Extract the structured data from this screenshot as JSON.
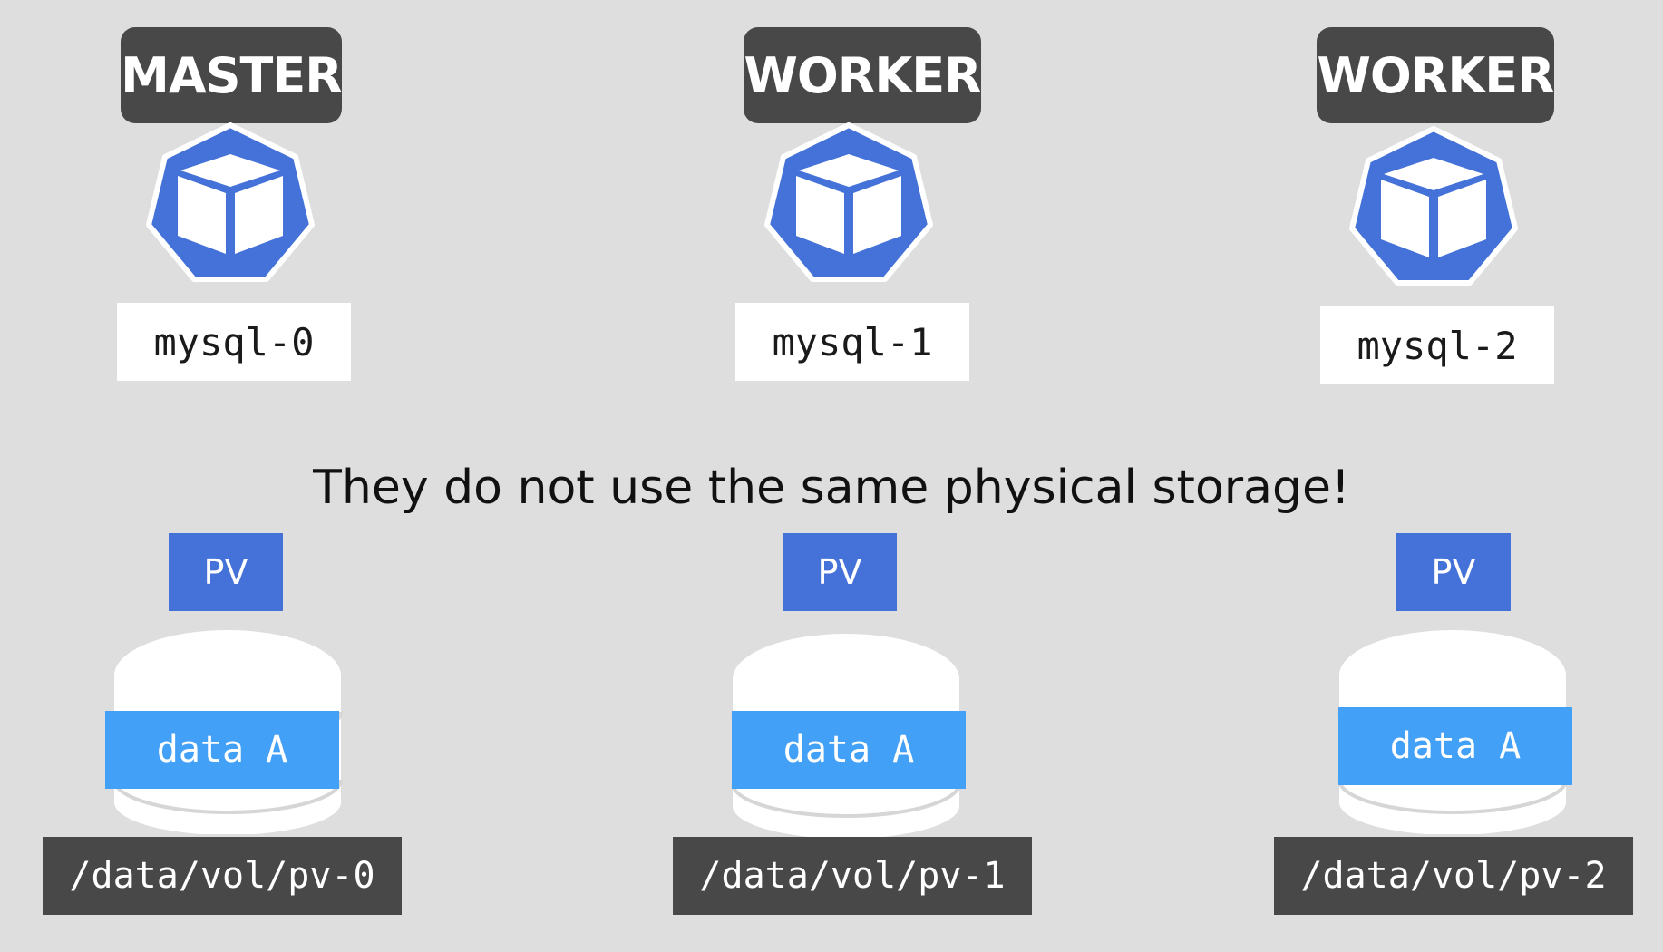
{
  "nodes": [
    {
      "role": "MASTER",
      "pod": "mysql-0",
      "pv": "PV",
      "data": "data A",
      "path": "/data/vol/pv-0"
    },
    {
      "role": "WORKER",
      "pod": "mysql-1",
      "pv": "PV",
      "data": "data A",
      "path": "/data/vol/pv-1"
    },
    {
      "role": "WORKER",
      "pod": "mysql-2",
      "pv": "PV",
      "data": "data A",
      "path": "/data/vol/pv-2"
    }
  ],
  "caption": "They do not use the same physical storage!",
  "icons": {
    "pod": "kubernetes-pod-icon",
    "volume": "storage-cylinder-icon"
  },
  "colors": {
    "background": "#dedede",
    "label_dark": "#484848",
    "pod_blue": "#4472d8",
    "pv_blue": "#4472d8",
    "data_blue": "#43a0f7",
    "white": "#ffffff"
  }
}
